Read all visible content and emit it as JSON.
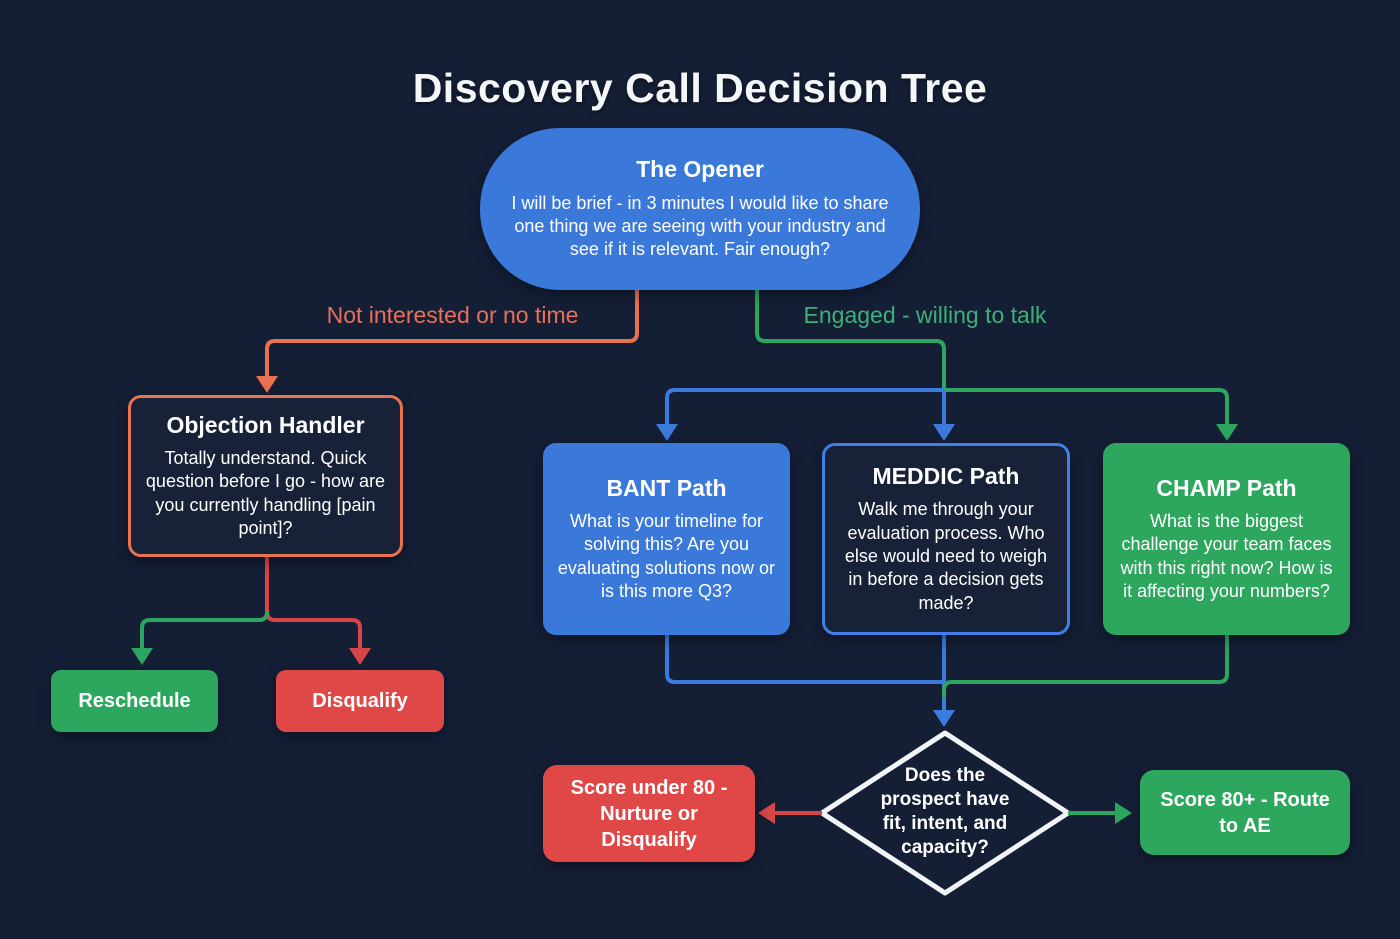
{
  "title": "Discovery Call Decision Tree",
  "nodes": {
    "opener": {
      "title": "The Opener",
      "body": "I will be brief - in 3 minutes I would like to share one thing we are seeing with your industry and see if it is relevant. Fair enough?"
    },
    "objection_handler": {
      "title": "Objection Handler",
      "body": "Totally understand. Quick question before I go - how are you currently handling [pain point]?"
    },
    "reschedule": {
      "label": "Reschedule"
    },
    "disqualify": {
      "label": "Disqualify"
    },
    "bant": {
      "title": "BANT Path",
      "body": "What is your timeline for solving this? Are you evaluating solutions now or is this more Q3?"
    },
    "meddic": {
      "title": "MEDDIC Path",
      "body": "Walk me through your evaluation process. Who else would need to weigh in before a decision gets made?"
    },
    "champ": {
      "title": "CHAMP Path",
      "body": "What is the biggest challenge your team faces with this right now? How is it affecting your numbers?"
    },
    "decision": {
      "body": "Does the prospect have fit, intent, and capacity?"
    },
    "score_under": {
      "label": "Score under 80 - Nurture or Disqualify"
    },
    "score_over": {
      "label": "Score 80+ - Route to AE"
    }
  },
  "edges": {
    "not_interested": "Not interested or no time",
    "engaged": "Engaged - willing to talk"
  },
  "colors": {
    "background": "#141e35",
    "blue": "#3a78da",
    "green": "#2da65e",
    "red": "#e04848",
    "orange": "#e8714f",
    "line_blue": "#3b7bdd",
    "line_green": "#2ba55f",
    "diamond_stroke": "#f2f4f7"
  }
}
